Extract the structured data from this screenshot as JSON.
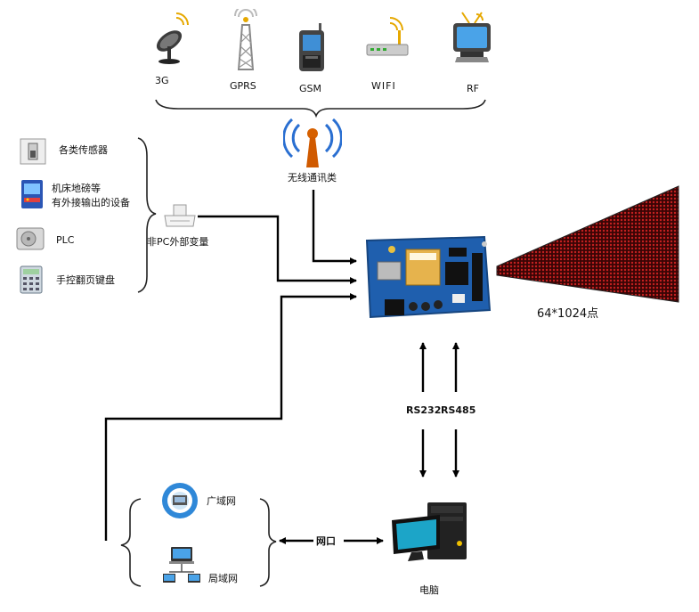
{
  "wireless_devices": [
    {
      "label": "3G",
      "icon": "satellite-dish-icon"
    },
    {
      "label": "GPRS",
      "icon": "tower-icon"
    },
    {
      "label": "GSM",
      "icon": "mobile-phone-icon"
    },
    {
      "label": "WIFI",
      "icon": "router-icon"
    },
    {
      "label": "RF",
      "icon": "tv-icon"
    }
  ],
  "wireless_group_label": "无线通讯类",
  "external_devices": [
    {
      "label": "各类传感器",
      "icon": "sensor-icon"
    },
    {
      "label_lines": [
        "机床地磅等",
        "有外接输出的设备"
      ],
      "icon": "arcade-machine-icon"
    },
    {
      "label": "PLC",
      "icon": "hard-drive-icon"
    },
    {
      "label": "手控翻页键盘",
      "icon": "keypad-icon"
    }
  ],
  "external_group_label": "非PC外部变量",
  "display_label": "64*1024点",
  "serial_labels": [
    "RS232",
    "RS485"
  ],
  "network_items": [
    {
      "label": "广域网",
      "icon": "globe-network-icon"
    },
    {
      "label": "局域网",
      "icon": "lan-computers-icon"
    }
  ],
  "network_port_label": "网口",
  "computer_label": "电脑",
  "colors": {
    "board": "#1f5fae",
    "board_dark": "#16457f",
    "led": "#b01818",
    "arrow": "#000000"
  }
}
